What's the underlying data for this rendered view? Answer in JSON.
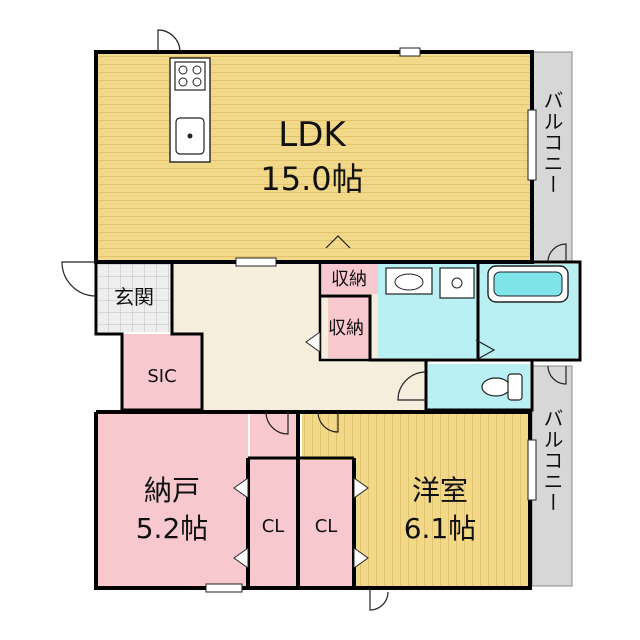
{
  "rooms": {
    "ldk": {
      "name": "LDK",
      "area": "15.0帖"
    },
    "genkan": {
      "name": "玄関"
    },
    "sic": {
      "name": "SIC"
    },
    "storage_upper": {
      "name": "収納"
    },
    "storage_lower": {
      "name": "収納"
    },
    "nando": {
      "name": "納戸",
      "area": "5.2帖"
    },
    "yoshitsu": {
      "name": "洋室",
      "area": "6.1帖"
    },
    "cl_left": {
      "name": "CL"
    },
    "cl_right": {
      "name": "CL"
    }
  },
  "balcony": {
    "upper": "バルコニー",
    "lower": "バルコニー"
  },
  "colors": {
    "wood_floor": "#f2d98a",
    "wood_stripe": "#d9b35a",
    "corridor": "#f6eedc",
    "storage_pink": "#f7c9cf",
    "wet_area": "#b9f0f3",
    "tile": "#e6e6e6",
    "balcony": "#d7d7d7",
    "wall": "#000000"
  }
}
